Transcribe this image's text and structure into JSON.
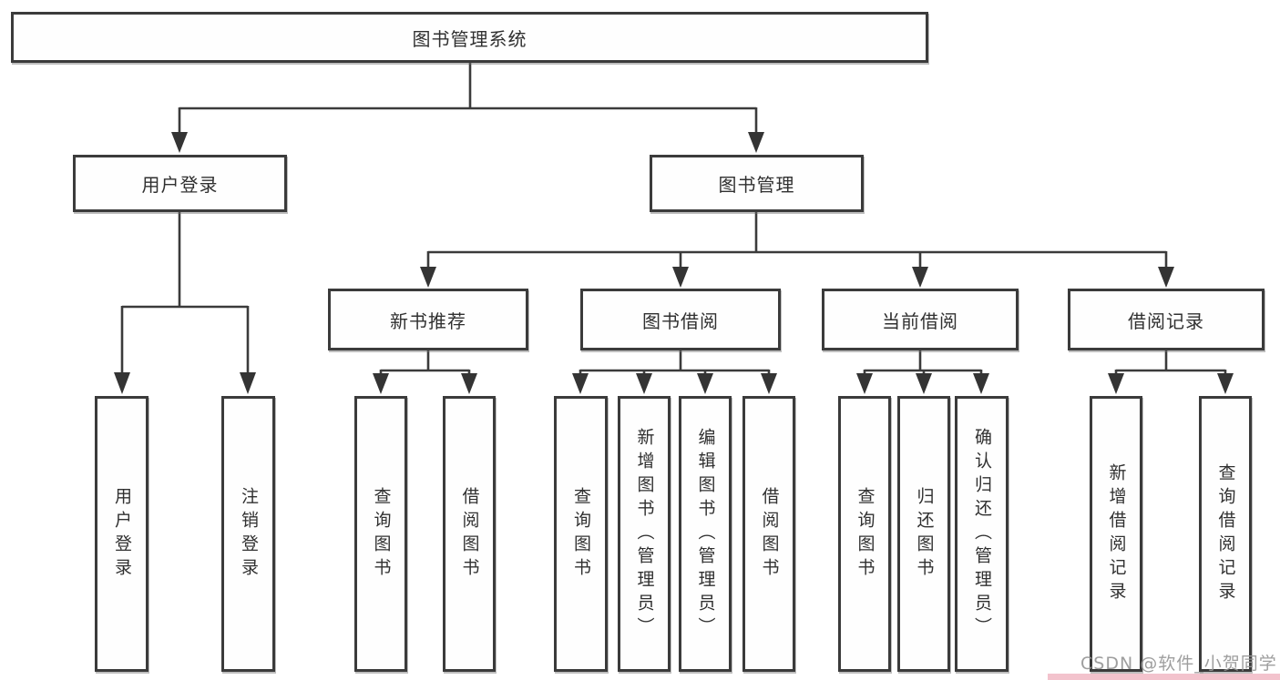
{
  "diagram": {
    "root": {
      "label": "图书管理系统",
      "children": [
        {
          "label": "用户登录",
          "children": [
            {
              "label": "用户登录"
            },
            {
              "label": "注销登录"
            }
          ]
        },
        {
          "label": "图书管理",
          "children": [
            {
              "label": "新书推荐",
              "children": [
                {
                  "label": "查询图书"
                },
                {
                  "label": "借阅图书"
                }
              ]
            },
            {
              "label": "图书借阅",
              "children": [
                {
                  "label": "查询图书"
                },
                {
                  "label": "新增图书（管理员）"
                },
                {
                  "label": "编辑图书（管理员）"
                },
                {
                  "label": "借阅图书"
                }
              ]
            },
            {
              "label": "当前借阅",
              "children": [
                {
                  "label": "查询图书"
                },
                {
                  "label": "归还图书"
                },
                {
                  "label": "确认归还（管理员）"
                }
              ]
            },
            {
              "label": "借阅记录",
              "children": [
                {
                  "label": "新增借阅记录"
                },
                {
                  "label": "查询借阅记录"
                }
              ]
            }
          ]
        }
      ]
    }
  },
  "watermark": {
    "text": "CSDN @软件_小贺同学"
  },
  "colors": {
    "line": "#3b3b3b",
    "box_border": "#3b3b3b",
    "box_background": "#fefefe",
    "text": "#303030",
    "watermark_text": "#969696",
    "watermark_band": "#f3c3cd"
  }
}
